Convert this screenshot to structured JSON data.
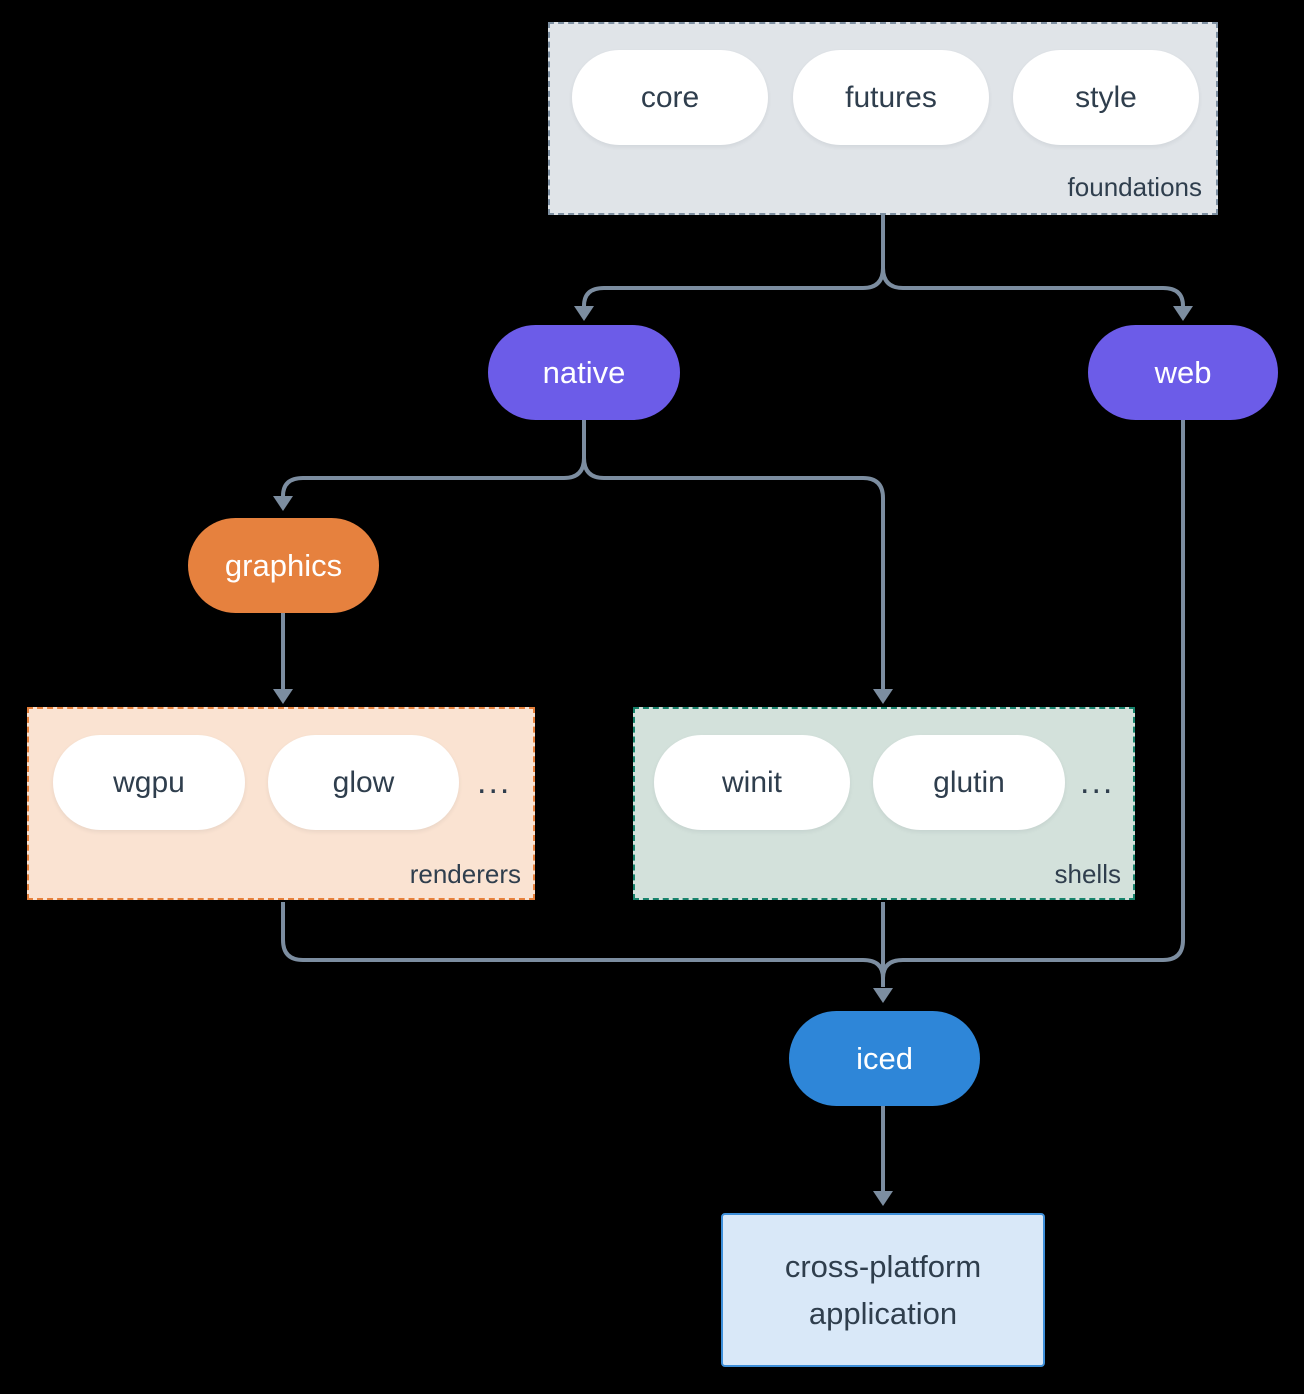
{
  "colors": {
    "background": "#000000",
    "edge": "#7c8da0",
    "node-purple": "#6c5ce8",
    "node-orange": "#e6813e",
    "node-blue": "#2e86d8",
    "pill-bg": "#ffffff",
    "text-dark": "#2f3e4d",
    "text-light": "#ffffff",
    "foundations-bg": "#e0e4e8",
    "foundations-border": "#7e90a2",
    "renderers-bg": "#fae3d2",
    "renderers-border": "#e6813c",
    "shells-bg": "#d3e1db",
    "shells-border": "#18836c",
    "app-bg": "#d9e8f8",
    "app-border": "#3e8fd9"
  },
  "diagram": {
    "foundations": {
      "label": "foundations",
      "pills": [
        "core",
        "futures",
        "style"
      ]
    },
    "native": {
      "label": "native"
    },
    "web": {
      "label": "web"
    },
    "graphics": {
      "label": "graphics"
    },
    "renderers": {
      "label": "renderers",
      "pills": [
        "wgpu",
        "glow"
      ],
      "ellipsis": "..."
    },
    "shells": {
      "label": "shells",
      "pills": [
        "winit",
        "glutin"
      ],
      "ellipsis": "..."
    },
    "iced": {
      "label": "iced"
    },
    "app": {
      "lines": [
        "cross-platform",
        "application"
      ]
    },
    "edges": [
      "foundations -> native",
      "foundations -> web",
      "native -> graphics",
      "native -> shells",
      "graphics -> renderers",
      "renderers -> iced",
      "shells -> iced",
      "web -> iced",
      "iced -> cross-platform application"
    ]
  }
}
